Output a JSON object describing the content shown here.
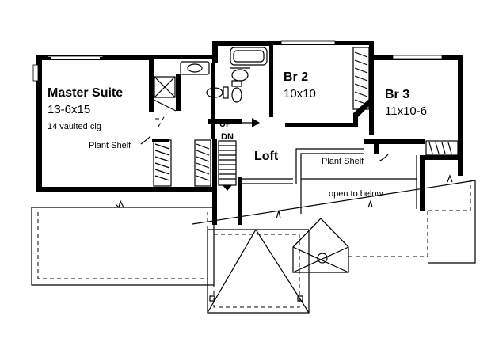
{
  "rooms": {
    "master_suite": {
      "name": "Master Suite",
      "size": "13-6x15",
      "note": "14 vaulted clg"
    },
    "br2": {
      "name": "Br 2",
      "size": "10x10"
    },
    "br3": {
      "name": "Br 3",
      "size": "11x10-6"
    },
    "loft": {
      "name": "Loft"
    }
  },
  "labels": {
    "plant_shelf_master": "Plant Shelf",
    "plant_shelf_loft": "Plant Shelf",
    "open_to_below": "open to below",
    "stair_up": "UP",
    "stair_down": "DN"
  }
}
